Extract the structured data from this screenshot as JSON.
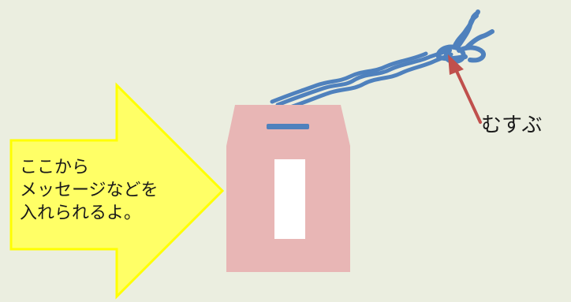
{
  "callout": {
    "lines": [
      "ここから",
      "メッセージなどを",
      "入れられるよ。"
    ]
  },
  "knot_label": "むすぶ",
  "colors": {
    "background": "#ebeee0",
    "arrow_fill": "#ffff66",
    "arrow_border": "#ffff00",
    "pouch": "#e8b6b5",
    "window": "#ffffff",
    "cord": "#4f81bd",
    "pointer": "#c0504d"
  }
}
